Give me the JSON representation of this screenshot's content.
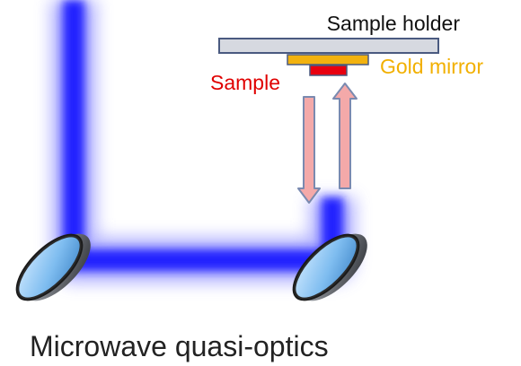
{
  "labels": {
    "sample_holder": "Sample holder",
    "gold_mirror": "Gold mirror",
    "sample": "Sample",
    "caption": "Microwave quasi-optics"
  },
  "colors": {
    "beam": "#1414ff",
    "beam_glow": "#8c8cff",
    "holder_fill": "#d6d9e0",
    "holder_stroke": "#4a5a80",
    "gold": "#f2b20f",
    "gold_text": "#f2b000",
    "sample": "#e8000f",
    "sample_text": "#e00000",
    "arrow_fill": "#f4a9a9",
    "arrow_stroke": "#7a8ab0",
    "mirror_face": "#8ec8f5",
    "mirror_rim": "#9aa0a8",
    "caption_text": "#222222"
  },
  "icons": [
    "left-mirror-icon",
    "right-mirror-icon",
    "down-arrow-icon",
    "up-arrow-icon"
  ]
}
